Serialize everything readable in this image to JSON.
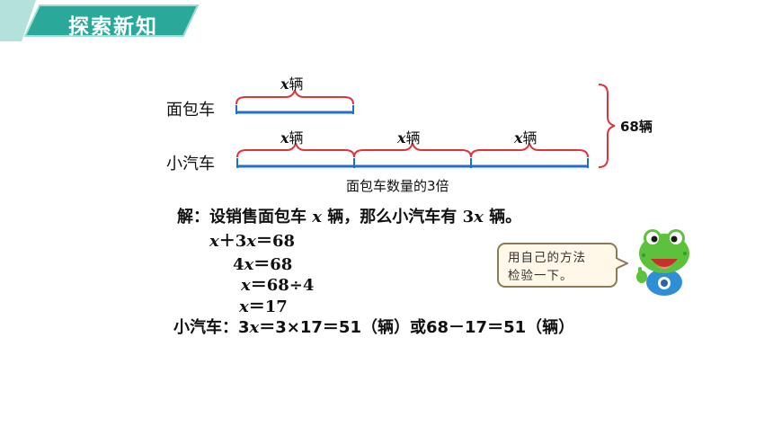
{
  "header": {
    "title": "探索新知",
    "accent_color": "#2aa99b"
  },
  "diagram": {
    "bread_label": "面包车",
    "car_label": "小汽车",
    "segment_var": "x",
    "segment_unit": "辆",
    "total_label": "68辆",
    "note": "面包车数量的3倍",
    "line_color": "#1f6fd1",
    "brace_color": "#e0343c"
  },
  "solution": {
    "intro_prefix": "解：设销售面包车",
    "intro_var": "x",
    "intro_mid": "辆，那么小汽车有",
    "intro_coef": "3",
    "intro_var2": "x",
    "intro_suffix": "辆。",
    "eq1": {
      "a": "x",
      "b": "＋3",
      "c": "x",
      "d": "＝68"
    },
    "eq2": {
      "a": "4",
      "b": "x",
      "c": "＝68"
    },
    "eq3": {
      "a": "x",
      "b": "＝68÷4"
    },
    "eq4": {
      "a": "x",
      "b": "＝17"
    },
    "answer_prefix": "小汽车：3",
    "answer_var": "x",
    "answer_rest": "＝3×17＝51（辆）或68－17＝51（辆）"
  },
  "bubble": {
    "line1": "用自己的方法",
    "line2": "检验一下。"
  },
  "mascot": {
    "icon": "frog-mascot-icon"
  }
}
